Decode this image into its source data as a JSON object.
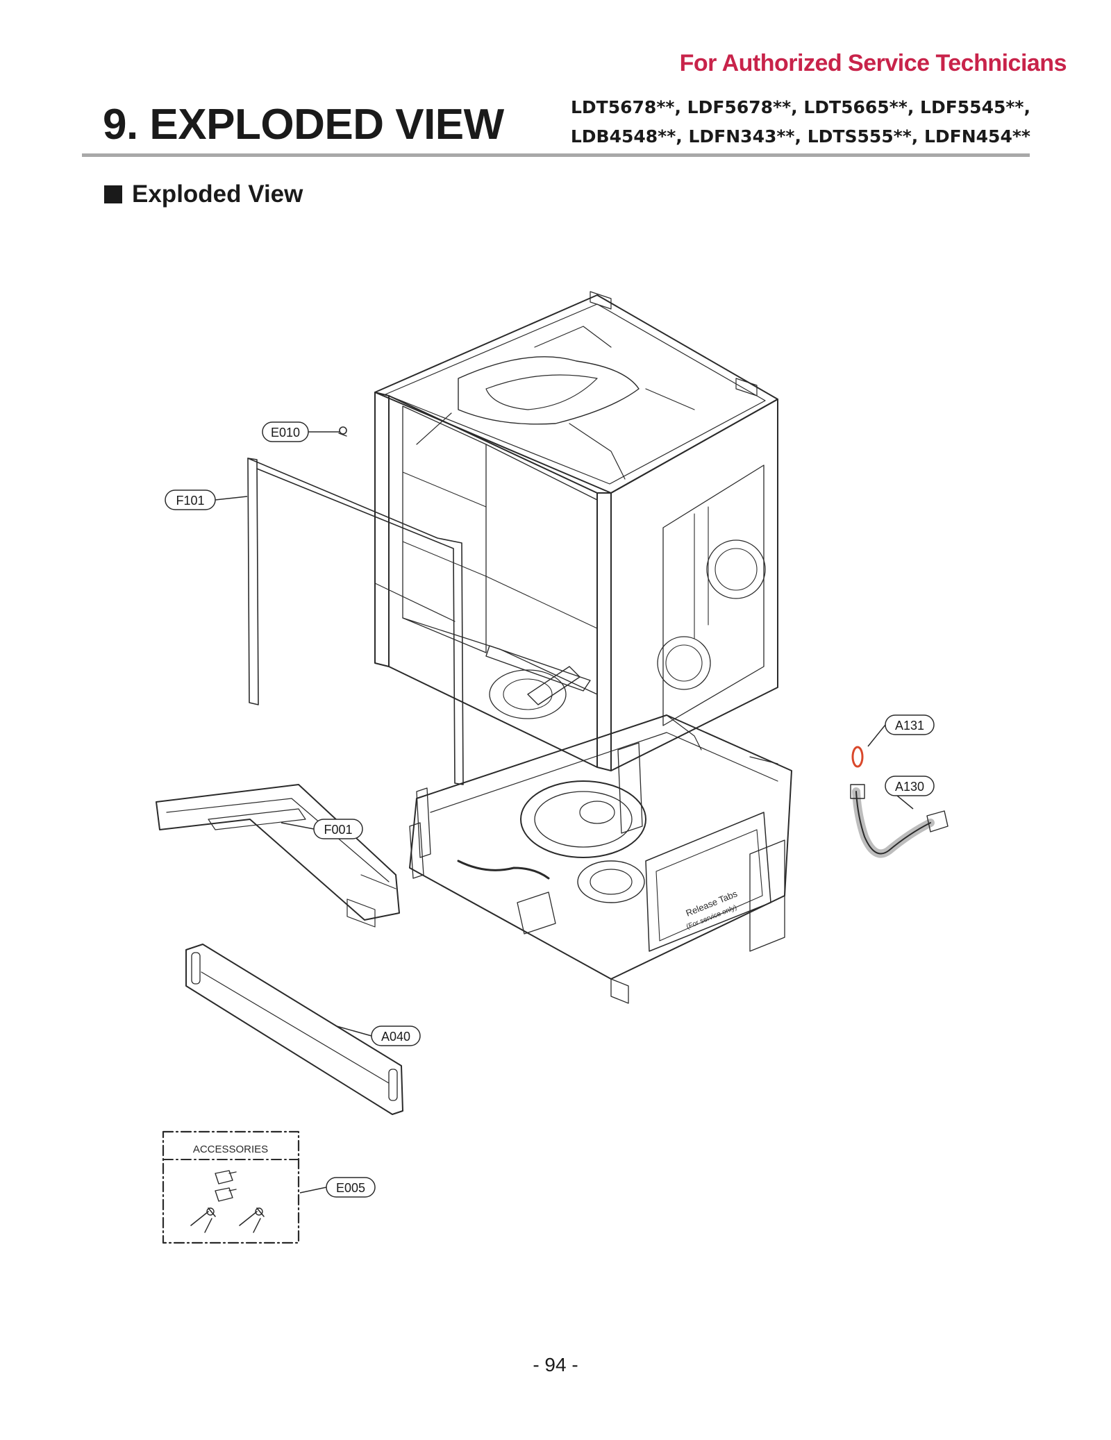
{
  "header": {
    "notice": "For Authorized Service Technicians",
    "title": "9. EXPLODED VIEW",
    "models": [
      "LDT5678**, LDF5678**, LDT5665**, LDF5545**,",
      "LDB4548**, LDFN343**, LDTS555**, LDFN454**"
    ]
  },
  "section_title": "Exploded View",
  "callouts": {
    "E010": "E010",
    "F101": "F101",
    "F001": "F001",
    "A040": "A040",
    "A131": "A131",
    "A130": "A130",
    "E005": "E005"
  },
  "accessories_label": "ACCESSORIES",
  "release_tabs": {
    "line1": "Release Tabs",
    "line2": "(For service only)"
  },
  "page_number": "- 94 -",
  "colors": {
    "notice": "#c8234a",
    "rule": "#a8a8a8",
    "gasket_highlight": "#d9482b"
  }
}
